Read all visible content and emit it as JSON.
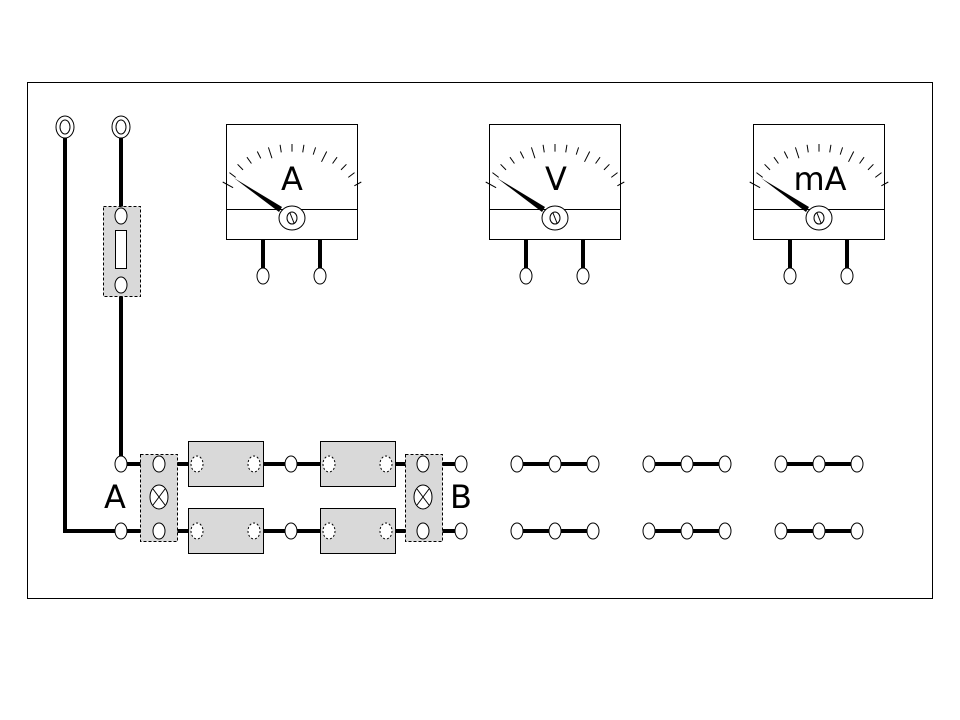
{
  "meters": [
    {
      "label": "A"
    },
    {
      "label": "V"
    },
    {
      "label": "mA"
    }
  ],
  "node_labels": {
    "left": "A",
    "right": "B"
  },
  "colors": {
    "panel_fill": "#d9d9d9",
    "line": "#000000",
    "background": "#ffffff"
  }
}
